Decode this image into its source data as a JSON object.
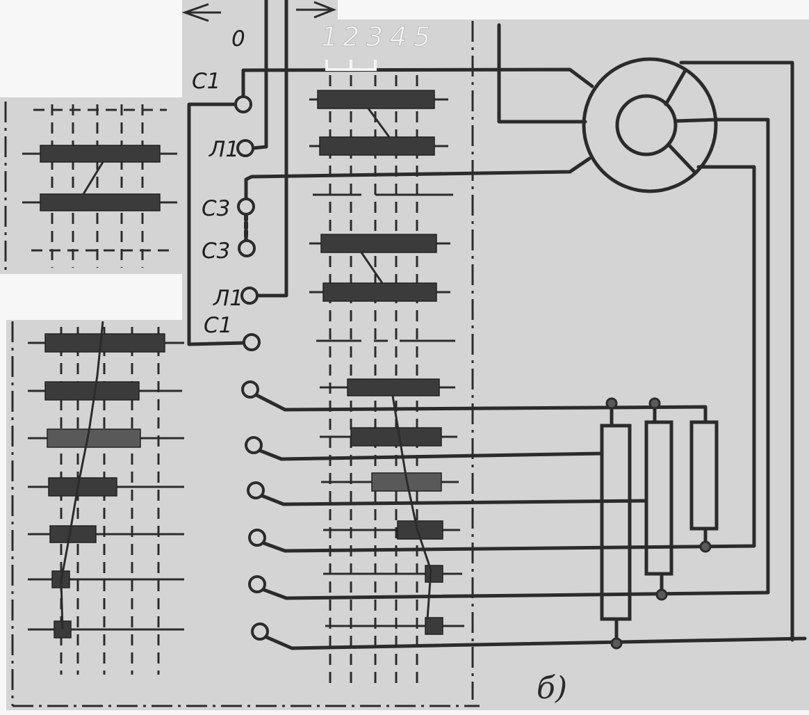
{
  "terminal_labels": {
    "zero": "0",
    "c1_top": "С1",
    "l1_top": "Л1",
    "c3_upper": "С3",
    "c3_lower": "С3",
    "l1_lower": "Л1",
    "c1_lower": "С1"
  },
  "drum_positions": [
    "1",
    "2",
    "3",
    "4",
    "5"
  ],
  "figure_label": "б)",
  "icons": {
    "top_left": "arrow-left-icon",
    "top_right": "arrow-right-icon"
  },
  "colors": {
    "paper": "#d4d4d4",
    "ink": "#2b2b2b",
    "bar": "#3b3b3b",
    "blank": "#f7f7f7"
  }
}
